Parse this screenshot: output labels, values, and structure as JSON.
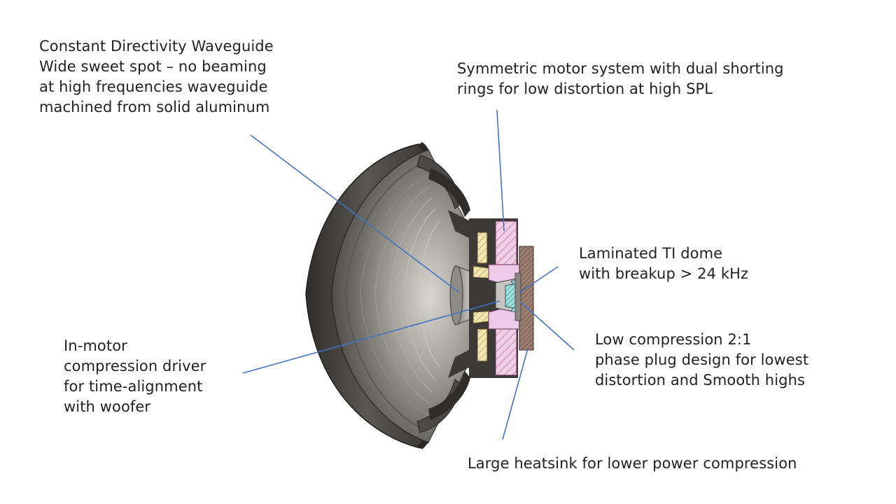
{
  "labels": {
    "waveguide": {
      "lines": [
        "Constant Directivity Waveguide",
        "Wide sweet spot – no beaming",
        "at high frequencies waveguide",
        "machined from solid aluminum"
      ]
    },
    "motor": {
      "lines": [
        "Symmetric motor system with dual shorting",
        "rings for low distortion at high SPL"
      ]
    },
    "dome": {
      "lines": [
        "Laminated TI dome",
        "with breakup > 24 kHz"
      ]
    },
    "driver": {
      "lines": [
        "In-motor",
        "compression driver",
        "for time-alignment",
        "with woofer"
      ]
    },
    "phase_plug": {
      "lines": [
        "Low compression 2:1",
        "phase plug design for lowest",
        "distortion and Smooth highs"
      ]
    },
    "heatsink": {
      "lines": [
        "Large heatsink for lower power compression"
      ]
    }
  },
  "colors": {
    "leader_line": "#4472c4",
    "cone_dark": "#3a3936",
    "cone_mid": "#6b6964",
    "cone_light": "#a8a59e",
    "motor_pink": "#e9c6e8",
    "hatch_yellow": "#efe2a8",
    "dome_cyan": "#8fd8d6",
    "heatsink_brown": "#8a6e60",
    "text": "#222222"
  }
}
